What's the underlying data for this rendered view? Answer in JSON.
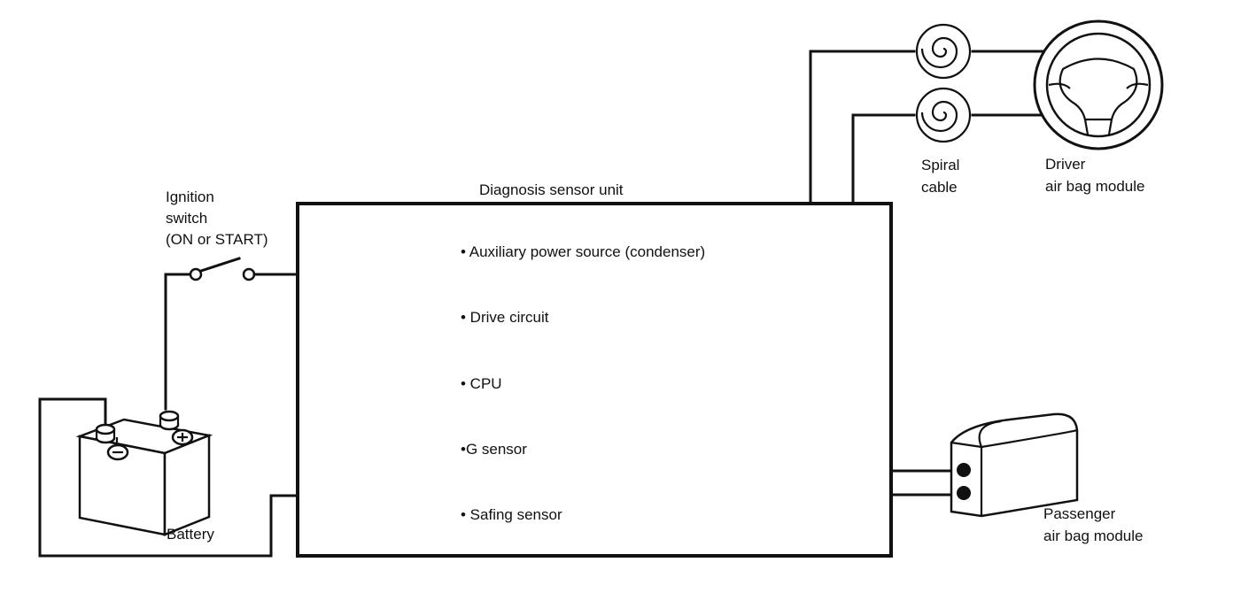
{
  "diagram": {
    "unit_title": "Diagnosis sensor unit",
    "unit_items": [
      "• Auxiliary power source (condenser)",
      "• Drive circuit",
      "• CPU",
      "•G sensor",
      "• Safing sensor"
    ],
    "ignition_label": [
      "Ignition",
      "switch",
      "(ON or START)"
    ],
    "battery_label": "Battery",
    "spiral_label": [
      "Spiral",
      "cable"
    ],
    "driver_label": [
      "Driver",
      "air bag module"
    ],
    "passenger_label": [
      "Passenger",
      "air bag module"
    ]
  }
}
